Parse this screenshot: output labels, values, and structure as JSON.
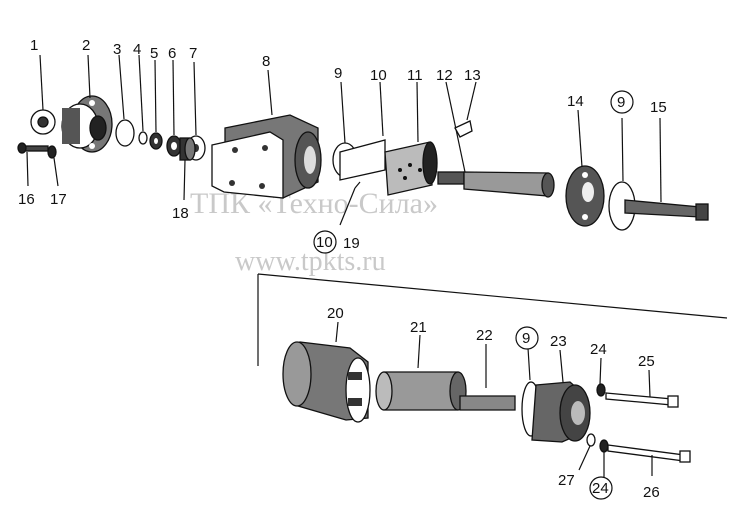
{
  "watermark": {
    "line1": "ТПК «Техно-Сила»",
    "line2": "www.tpkts.ru"
  },
  "labels": [
    {
      "text": "1"
    },
    {
      "text": "2"
    },
    {
      "text": "3"
    },
    {
      "text": "4"
    },
    {
      "text": "5"
    },
    {
      "text": "6"
    },
    {
      "text": "7"
    },
    {
      "text": "8"
    },
    {
      "text": "9"
    },
    {
      "text": "10"
    },
    {
      "text": "11"
    },
    {
      "text": "12"
    },
    {
      "text": "13"
    },
    {
      "text": "14"
    },
    {
      "text": "9"
    },
    {
      "text": "15"
    },
    {
      "text": "16"
    },
    {
      "text": "17"
    },
    {
      "text": "18"
    },
    {
      "text": "10"
    },
    {
      "text": "19"
    },
    {
      "text": "20"
    },
    {
      "text": "21"
    },
    {
      "text": "22"
    },
    {
      "text": "9"
    },
    {
      "text": "23"
    },
    {
      "text": "24"
    },
    {
      "text": "25"
    },
    {
      "text": "27"
    },
    {
      "text": "24"
    },
    {
      "text": "26"
    }
  ]
}
